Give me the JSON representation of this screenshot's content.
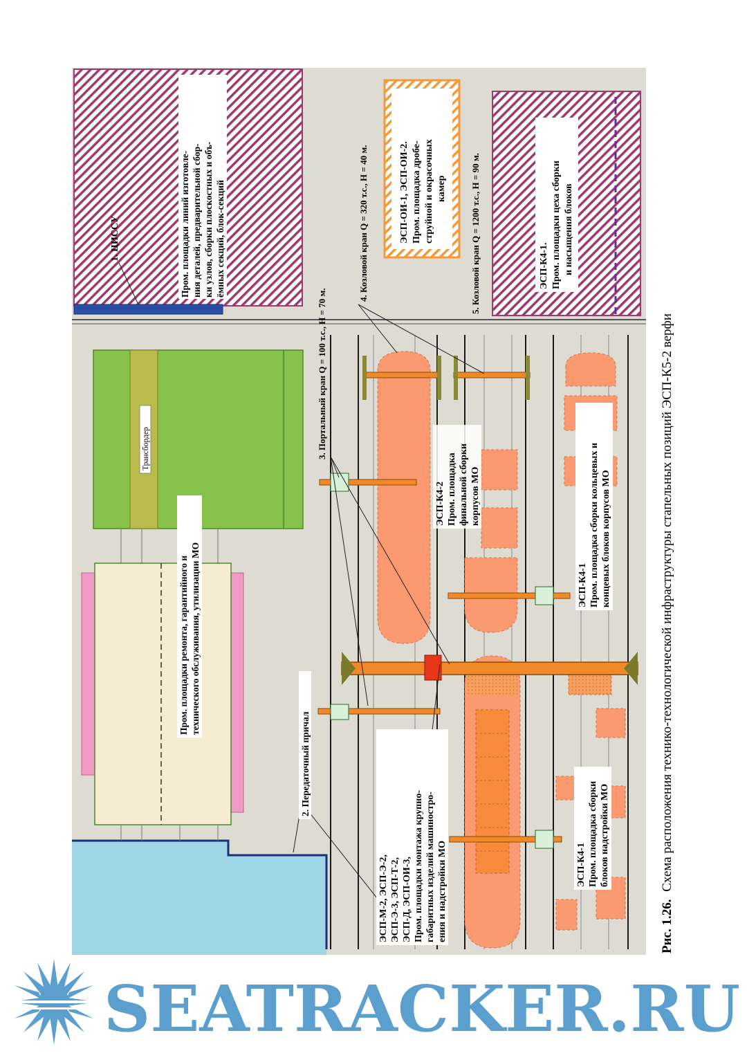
{
  "caption": {
    "prefix": "Рис. 1.26.",
    "text": "Схема расположения технико-технологической инфраструктуры стапельных позиций ЭСП-К5-2 верфи"
  },
  "watermark": {
    "text": "SEATRACKER.RU"
  },
  "colors": {
    "ground": "#dedbd3",
    "water": "#9fd6e6",
    "green_zone": "#86c14c",
    "pink": "#f09ac8",
    "beige": "#f6ecd2",
    "hatch_purple": "#9e3a6e",
    "hatch_orange": "#f39a3c",
    "hull": "#fb9a70",
    "crane": "#f08a28",
    "rail": "#1a1a1a",
    "watermark": "#5b9fcf"
  },
  "labels": {
    "cissu": "1. ЦИССУ",
    "cissu_area": [
      "Пром. площадки линий изготовле-",
      "ния деталей, предварительной сбор-",
      "ки узлов, сборки плоскостных и объ-",
      "ёмных секций, блок-секций"
    ],
    "oi": [
      "ЭСП-ОИ-1, ЭСП-ОИ-2.",
      "Пром. площадка дробе-",
      "струйной и окрасочных",
      "камер"
    ],
    "k41_top": [
      "ЭСП-К4-1.",
      "Пром. площадки цеха сборки",
      "и насыщения блоков"
    ],
    "crane4": "4. Козловой кран Q = 320 т.с., H = 40 м.",
    "crane5": "5. Козловой кран Q = 1200 т.с., H = 90 м.",
    "crane3": "3. Портальный кран Q = 100 т.с., H = 70 м.",
    "transborder": "Трансбордер",
    "repair": [
      "Пром. площадки ремонта, гарантийного и",
      "технического обслуживания, утилизации МО"
    ],
    "pier": "2. Передаточный причал",
    "k42": [
      "ЭСП-К4-2",
      "Пром. площадка",
      "финальной сборки",
      "корпусов МО"
    ],
    "k41_ring": [
      "ЭСП-К4-1",
      "Пром. площадка сборки кольцевых и",
      "концевых блоков корпусов МО"
    ],
    "m2": [
      "ЭСП-М-2, ЭСП-Э-2,",
      "ЭСП-Э-3, ЭСП-Т-2,",
      "ЭСП-Д, ЭСП-ОИ-3,",
      "Пром. площадки монтажа крупно-",
      "габаритных изделий машиностро-",
      "ения и надстройки МО"
    ],
    "k41_super": [
      "ЭСП-К4-1",
      "Пром. площадка сборки",
      "блоков надстройки МО"
    ]
  }
}
